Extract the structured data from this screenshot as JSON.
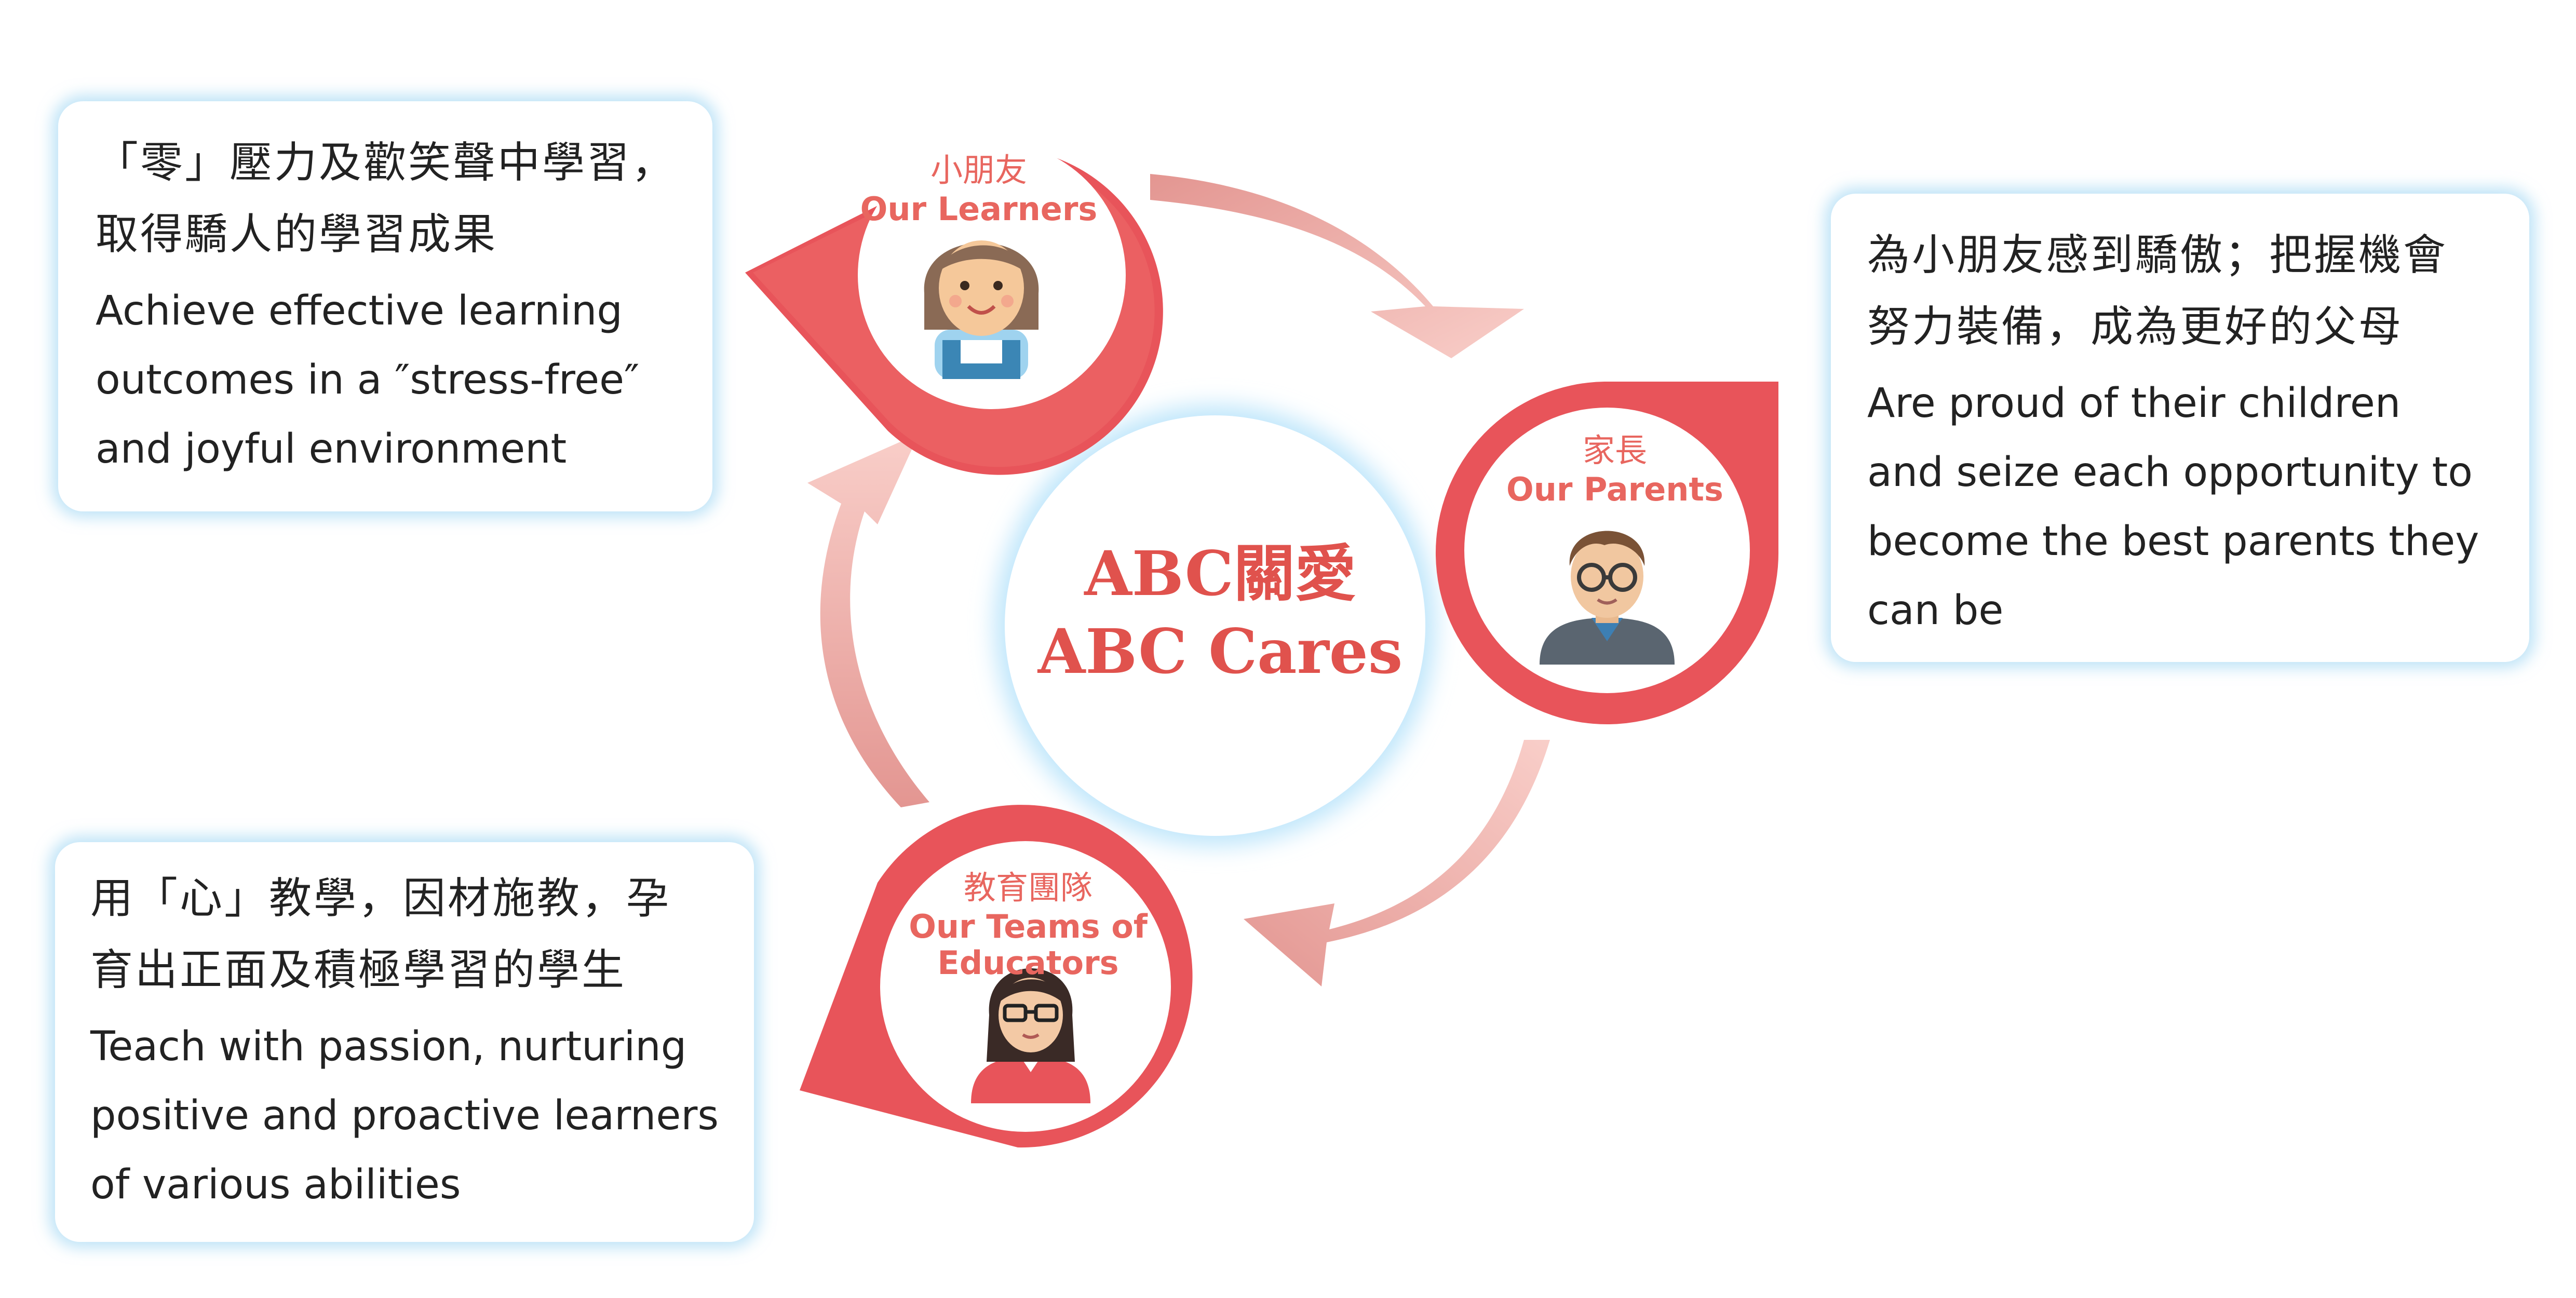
{
  "center": {
    "title_zh": "ABC關愛",
    "title_en": "ABC Cares"
  },
  "nodes": {
    "learners": {
      "label_zh": "小朋友",
      "label_en": "Our Learners",
      "icon": "child-icon"
    },
    "parents": {
      "label_zh": "家長",
      "label_en": "Our Parents",
      "icon": "father-icon"
    },
    "educators": {
      "label_zh": "教育團隊",
      "label_en_1": "Our Teams of",
      "label_en_2": "Educators",
      "icon": "teacher-icon"
    }
  },
  "boxes": {
    "learners": {
      "zh": [
        "「零」壓力及歡笑聲中學習，",
        "取得驕人的學習成果"
      ],
      "en": [
        "Achieve effective learning",
        "outcomes in a ″stress-free″",
        "and joyful environment"
      ]
    },
    "parents": {
      "zh": [
        "為小朋友感到驕傲；把握機會",
        "努力裝備，成為更好的父母"
      ],
      "en": [
        "Are proud of their children",
        "and seize each opportunity to",
        "become the best parents they",
        "can be"
      ]
    },
    "educators": {
      "zh": [
        "用「心」教學，因材施教，孕",
        "育出正面及積極學習的學生"
      ],
      "en": [
        "Teach with passion, nurturing",
        "positive and proactive learners",
        "of various abilities"
      ]
    }
  },
  "colors": {
    "accent_red": "#e8545a",
    "arrow_pink": "#f3b0aa",
    "glow_blue": "#8ccdf0",
    "text_dark": "#222222"
  }
}
